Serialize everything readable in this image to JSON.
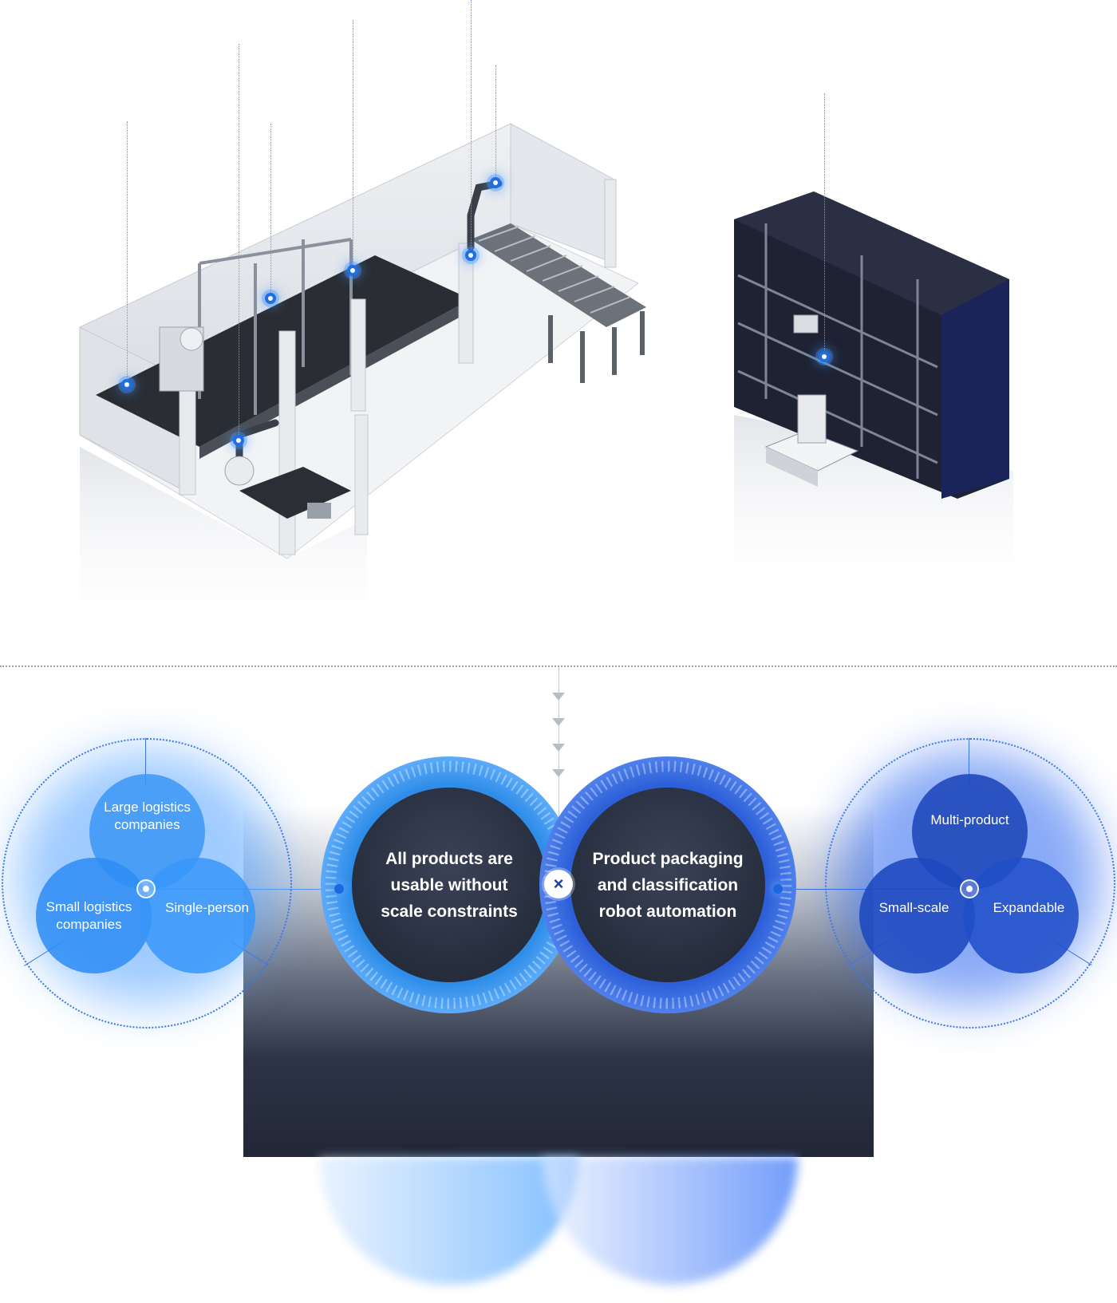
{
  "diagram": {
    "center_left": {
      "text": "All products are usable without scale constraints",
      "line1": "All products are",
      "line2": "usable without",
      "line3": "scale constraints"
    },
    "center_right": {
      "text": "Product packaging and classification robot automation",
      "line1": "Product packaging",
      "line2": "and classification",
      "line3": "robot automation"
    },
    "connector_symbol": "×",
    "left_venn": {
      "top": {
        "line1": "Large logistics",
        "line2": "companies"
      },
      "left": {
        "line1": "Small logistics",
        "line2": "companies"
      },
      "right": {
        "label": "Single-person"
      }
    },
    "right_venn": {
      "top": {
        "label": "Multi-product"
      },
      "left": {
        "label": "Small-scale"
      },
      "right": {
        "label": "Expandable"
      }
    }
  },
  "colors": {
    "left_bubble": "#3a95f5",
    "right_bubble": "#1f4fc0",
    "left_ring": "#4a98f0",
    "right_ring": "#3a6ee8",
    "dashed_ring": "#3d78e6",
    "dark_panel": "#212737"
  },
  "icons": {
    "markers": "hotspot-dot-icon",
    "close": "multiply-icon",
    "arrows": "chevron-down-icon"
  }
}
